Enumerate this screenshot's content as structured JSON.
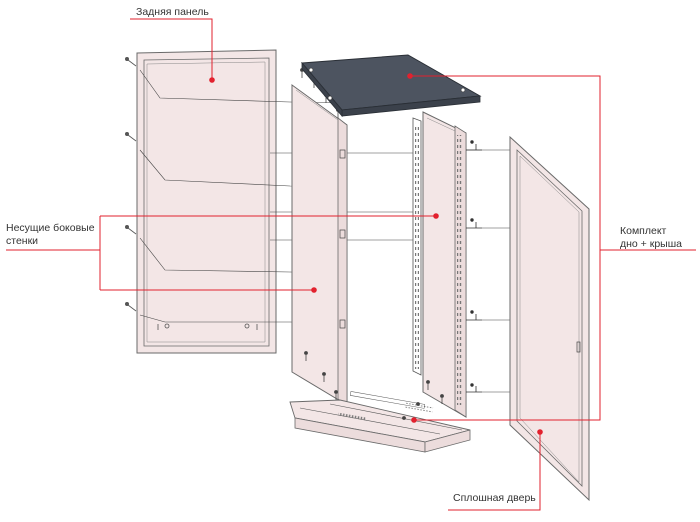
{
  "labels": {
    "back_panel": "Задняя панель",
    "side_walls": [
      "Несущие боковые",
      "стенки"
    ],
    "kit": [
      "Комплект",
      "дно + крыша"
    ],
    "door": "Сплошная дверь"
  },
  "colors": {
    "accent": "#e2212e",
    "panel_fill": "#f3e6e6",
    "roof_fill": "#4d5460",
    "outline": "#6a6a6a",
    "leader": "#555555"
  }
}
